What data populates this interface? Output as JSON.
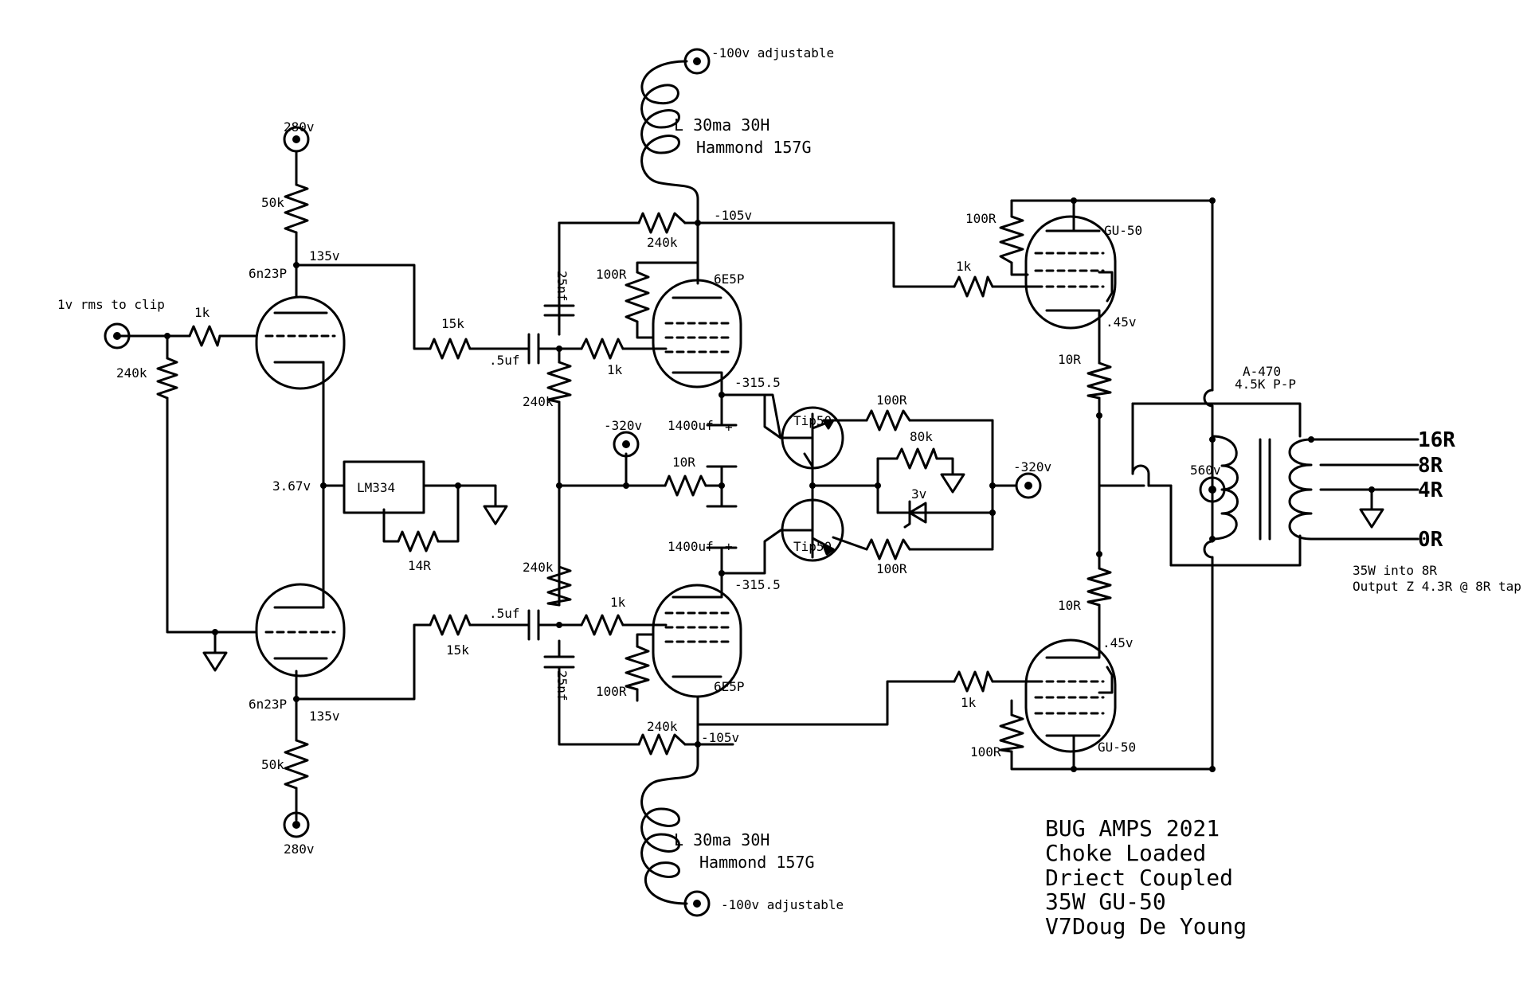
{
  "supply": {
    "b_plus_top": "280v",
    "b_plus_bottom": "280v",
    "neg_adj_top": "-100v adjustable",
    "neg_adj_bottom": "-100v adjustable",
    "neg320_left": "-320v",
    "neg320_right": "-320v",
    "screen_560": "560v"
  },
  "input": {
    "label": "1v rms to clip"
  },
  "stage1": {
    "tube_top": "6n23P",
    "tube_bottom": "6n23P",
    "plate_top_v": "135v",
    "plate_bottom_v": "135v",
    "cathode_v": "3.67v",
    "plate_load_top": "50k",
    "plate_load_bottom": "50k",
    "grid_stop": "1k",
    "grid_leak": "240k",
    "ccs_ic": "LM334",
    "ccs_set": "14R",
    "couple_top_r": "15k",
    "couple_bottom_r": "15k",
    "couple_top_c": ".5uf",
    "couple_bottom_c": ".5uf"
  },
  "driver": {
    "tube_top": "6E5P",
    "tube_bottom": "6E5P",
    "choke_top": "L 30ma 30H",
    "choke_top_model": "Hammond 157G",
    "choke_bottom": "L 30ma 30H",
    "choke_bottom_model": "Hammond 157G",
    "plate_top_v": "-105v",
    "plate_bottom_v": "-105v",
    "cathode_top_v": "-315.5",
    "cathode_bottom_v": "-315.5",
    "fb_top_r": "240k",
    "fb_bottom_r": "240k",
    "fb_top_c": "25nf",
    "fb_bottom_c": "25nf",
    "grid_leak_top": "240k",
    "grid_leak_bottom": "240k",
    "grid_stop_top": "1k",
    "grid_stop_bottom": "1k",
    "screen_r_top": "100R",
    "screen_r_bottom": "100R",
    "cath_cap_top": "1400uf",
    "cath_cap_bottom": "1400uf",
    "plus_top": "+",
    "plus_bottom": "+",
    "bias_r": "10R"
  },
  "bias": {
    "q_top": "Tip50",
    "q_bottom": "Tip50",
    "r_top": "100R",
    "r_bottom": "100R",
    "pot": "80k",
    "zener": "3v"
  },
  "output": {
    "tube_top": "GU-50",
    "tube_bottom": "GU-50",
    "grid_stop_top": "1k",
    "grid_stop_bottom": "1k",
    "screen_r_top": "100R",
    "screen_r_bottom": "100R",
    "cath_r_top": "10R",
    "cath_r_bottom": "10R",
    "cath_v_top": ".45v",
    "cath_v_bottom": ".45v",
    "xfmr_model": "A-470",
    "xfmr_imp": "4.5K P-P",
    "tap_16": "16R",
    "tap_8": "8R",
    "tap_4": "4R",
    "tap_0": "0R",
    "note_power": "35W into 8R",
    "note_z": "Output Z 4.3R @ 8R tap"
  },
  "title_block": {
    "line1": "BUG AMPS 2021",
    "line2": "Choke Loaded",
    "line3": "Driect Coupled",
    "line4": "35W GU-50",
    "line5_a": "V7",
    "line5_b": "Doug De Young"
  }
}
